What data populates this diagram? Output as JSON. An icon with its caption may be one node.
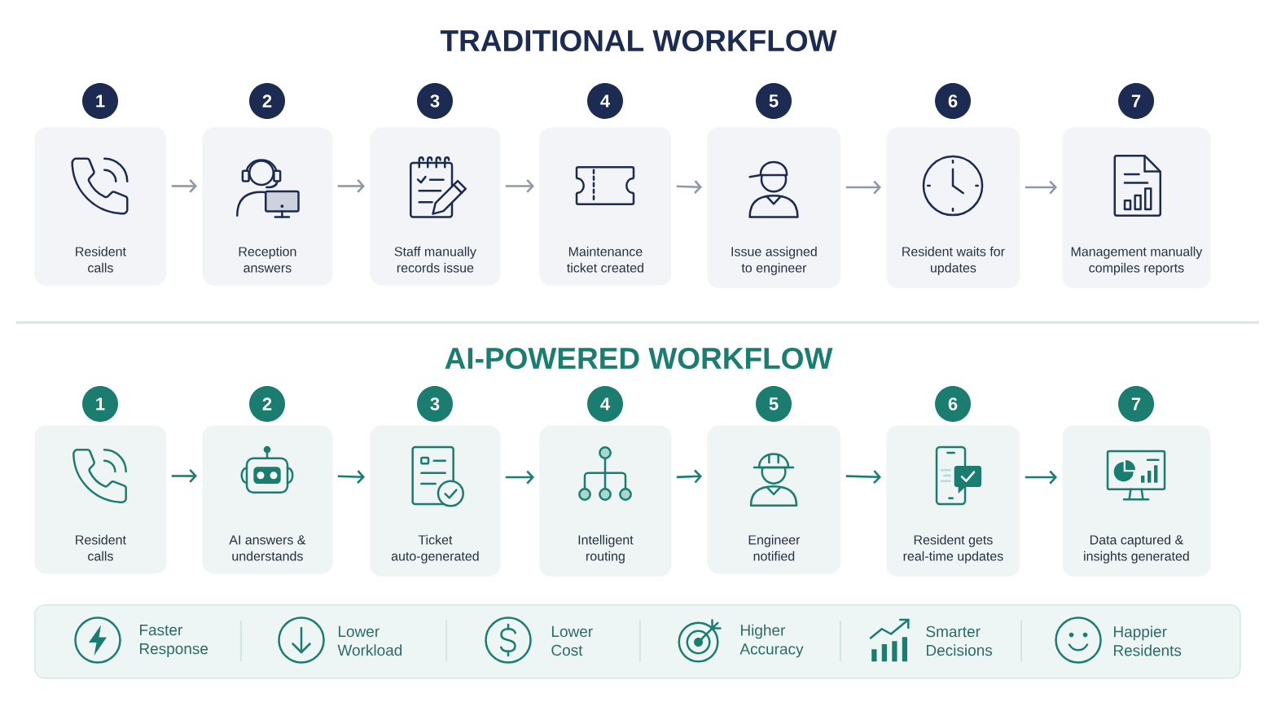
{
  "diagram": {
    "nodes": [
      {
        "text": [
          "1"
        ]
      },
      {
        "text": [
          "2"
        ]
      },
      {
        "text": [
          "3"
        ]
      },
      {
        "text": [
          "4"
        ]
      },
      {
        "text": [
          "5"
        ]
      },
      {
        "text": [
          "6"
        ]
      },
      {
        "text": [
          "7"
        ]
      },
      {
        "text": [
          "Resident calls"
        ]
      },
      {
        "text": [
          "Reception answers"
        ]
      },
      {
        "text": [
          "Staff manually records issue"
        ]
      },
      {
        "text": [
          "Maintenance ticket created"
        ]
      },
      {
        "text": [
          "Issue assigned to engineer"
        ]
      },
      {
        "text": [
          "Resident waits for updates"
        ]
      },
      {
        "text": [
          "Management manually compiles reports"
        ]
      },
      {
        "text": [
          "1"
        ]
      },
      {
        "text": [
          "2"
        ]
      },
      {
        "text": [
          "3"
        ]
      },
      {
        "text": [
          "4"
        ]
      },
      {
        "text": [
          "5"
        ]
      },
      {
        "text": [
          "6"
        ]
      },
      {
        "text": [
          "7"
        ]
      },
      {
        "text": [
          "Resident calls"
        ]
      },
      {
        "text": [
          "AI answers & understands"
        ]
      },
      {
        "text": [
          "Ticket auto-generated"
        ]
      },
      {
        "text": [
          "Intelligent routing"
        ]
      },
      {
        "text": [
          "Engineer notified"
        ]
      },
      {
        "text": [
          "Resident gets real-time updates"
        ]
      },
      {
        "text": [
          "Data captured & insights generated"
        ]
      },
      {
        "text": [
          "Faster Response",
          "Lower Workload",
          "Lower Cost",
          "Higher Accuracy",
          "Smarter Decisions",
          "Happier Residents"
        ]
      }
    ],
    "edges": [
      {
        "from": 7,
        "to": 8,
        "arrow": "to"
      },
      {
        "from": 8,
        "to": 9,
        "arrow": "to"
      },
      {
        "from": 9,
        "to": 10,
        "arrow": "to"
      },
      {
        "from": 10,
        "to": 11,
        "arrow": "to"
      },
      {
        "from": 11,
        "to": 12,
        "arrow": "to"
      },
      {
        "from": 12,
        "to": 13,
        "arrow": "to"
      },
      {
        "from": 21,
        "to": 22,
        "arrow": "to",
        "color": "#1a7d70"
      },
      {
        "from": 22,
        "to": 23,
        "arrow": "to",
        "color": "#1a7d70"
      },
      {
        "from": 23,
        "to": 24,
        "arrow": "to",
        "color": "#1a7d70"
      },
      {
        "from": 24,
        "to": 25,
        "arrow": "to",
        "color": "#1a7d70"
      },
      {
        "from": 25,
        "to": 26,
        "arrow": "to",
        "color": "#1a7d70"
      },
      {
        "from": 26,
        "to": 27,
        "arrow": "to",
        "color": "#1a7d70"
      }
    ],
    "labels": [
      "TRADITIONAL WORKFLOW",
      "AI-POWERED WORKFLOW"
    ]
  }
}
